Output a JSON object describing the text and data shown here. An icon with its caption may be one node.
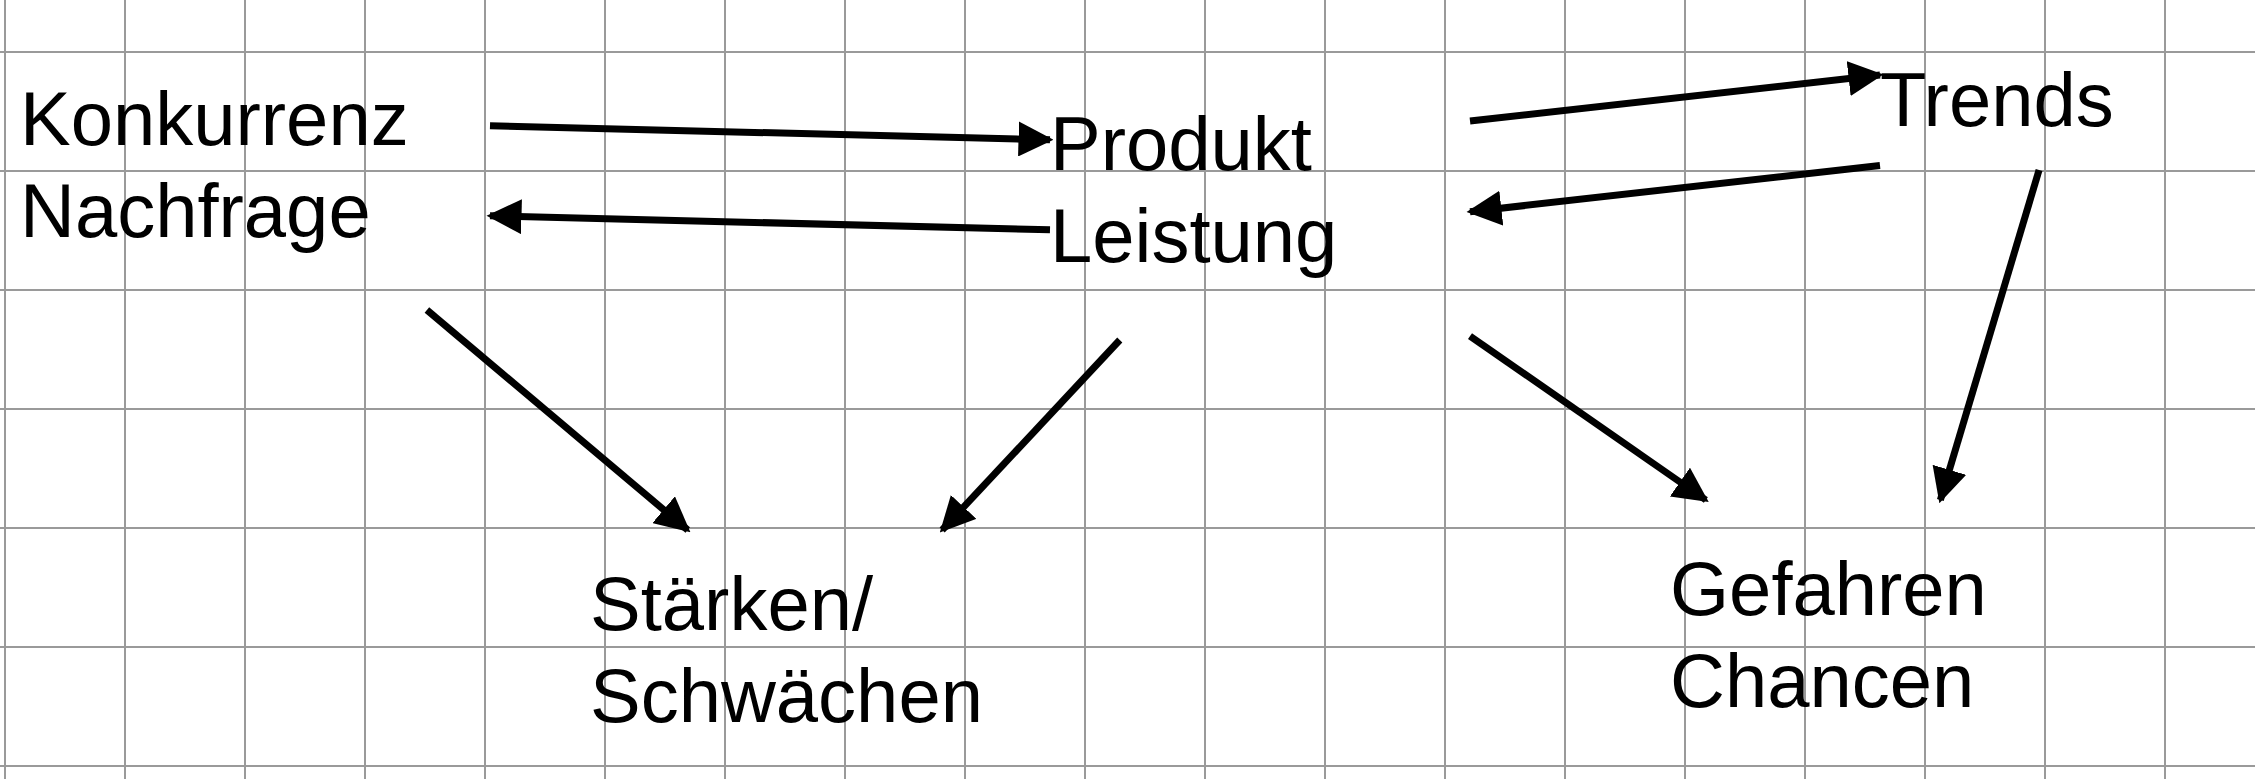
{
  "diagram": {
    "nodes": [
      {
        "text": [
          "Konkurrenz",
          "Nachfrage"
        ]
      },
      {
        "text": [
          "Produkt",
          "Leistung"
        ]
      },
      {
        "text": [
          "Trends"
        ]
      },
      {
        "text": [
          "Stärken/",
          "Schwächen"
        ]
      },
      {
        "text": [
          "Gefahren",
          "Chancen"
        ]
      }
    ],
    "edges": [
      {
        "from": 0,
        "to": 1,
        "arrow": "to"
      },
      {
        "from": 1,
        "to": 0,
        "arrow": "to"
      },
      {
        "from": 1,
        "to": 2,
        "arrow": "to"
      },
      {
        "from": 2,
        "to": 1,
        "arrow": "to"
      },
      {
        "from": 0,
        "to": 3,
        "arrow": "to"
      },
      {
        "from": 1,
        "to": 3,
        "arrow": "to"
      },
      {
        "from": 1,
        "to": 4,
        "arrow": "to"
      },
      {
        "from": 2,
        "to": 4,
        "arrow": "to"
      }
    ]
  }
}
